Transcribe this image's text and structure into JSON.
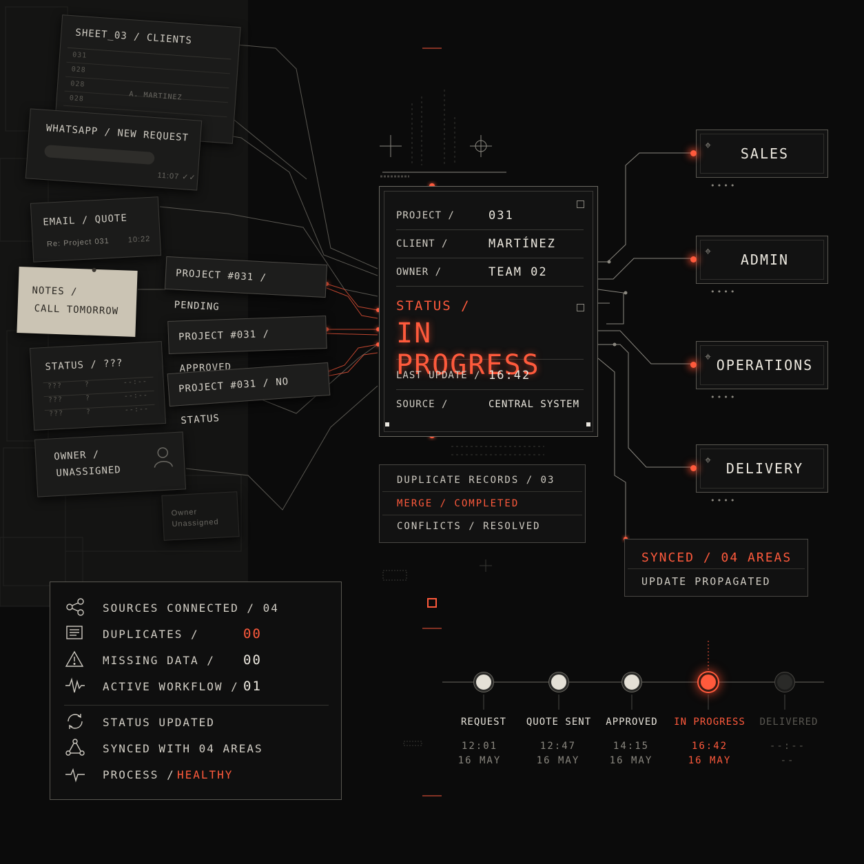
{
  "colors": {
    "accent": "#ff5a3c",
    "background": "#0b0b0b",
    "panel": "#121212",
    "text": "#d9d6cf"
  },
  "sources": {
    "sheet": {
      "title": "SHEET_03 / CLIENTS",
      "rows": [
        "031",
        "028",
        "028",
        "028"
      ],
      "cell": "A. MARTINEZ"
    },
    "whatsapp": {
      "title": "WHATSAPP / NEW REQUEST",
      "time": "11:07 ✓✓"
    },
    "email": {
      "title": "EMAIL / QUOTE",
      "subject": "Re: Project 031",
      "time": "10:22"
    },
    "notes": {
      "line1": "NOTES /",
      "line2": "CALL TOMORROW"
    },
    "status": {
      "title": "STATUS / ???",
      "cells": [
        "???",
        "?",
        "--:--",
        "???",
        "?",
        "--:--",
        "???",
        "?",
        "--:--"
      ]
    },
    "owner": {
      "line1": "OWNER /",
      "line2": "UNASSIGNED",
      "faint1": "Owner",
      "faint2": "Unassigned"
    }
  },
  "tags": [
    {
      "label": "PROJECT #031 / PENDING"
    },
    {
      "label": "PROJECT #031 / APPROVED"
    },
    {
      "label": "PROJECT #031 / NO STATUS"
    }
  ],
  "central": {
    "project_label": "PROJECT /",
    "project_value": "031",
    "client_label": "CLIENT /",
    "client_value": "MARTÍNEZ",
    "owner_label": "OWNER /",
    "owner_value": "TEAM 02",
    "status_label": "STATUS /",
    "status_value": "IN PROGRESS",
    "update_label": "LAST UPDATE /",
    "update_value": "16:42",
    "source_label": "SOURCE /",
    "source_value": "CENTRAL SYSTEM"
  },
  "duplicates_panel": {
    "line1": "DUPLICATE RECORDS / 03",
    "line2": "MERGE / COMPLETED",
    "line3": "CONFLICTS / RESOLVED"
  },
  "departments": [
    {
      "name": "SALES",
      "icon": "crosshair-icon"
    },
    {
      "name": "ADMIN",
      "icon": "crosshair-icon"
    },
    {
      "name": "OPERATIONS",
      "icon": "crosshair-icon"
    },
    {
      "name": "DELIVERY",
      "icon": "crosshair-icon"
    }
  ],
  "dept_dots": "••••",
  "synced": {
    "line1": "SYNCED / 04 AREAS",
    "line2": "UPDATE PROPAGATED"
  },
  "summary": {
    "sources_label": "SOURCES CONNECTED / 04",
    "duplicates_label": "DUPLICATES /",
    "duplicates_value": "00",
    "missing_label": "MISSING DATA /",
    "missing_value": "00",
    "workflow_label": "ACTIVE WORKFLOW /",
    "workflow_value": "01",
    "status_updated": "STATUS UPDATED",
    "synced_with": "SYNCED WITH 04 AREAS",
    "process_label": "PROCESS /",
    "process_value": "HEALTHY"
  },
  "timeline": [
    {
      "label": "REQUEST",
      "time": "12:01",
      "date": "16 MAY",
      "state": "done"
    },
    {
      "label": "QUOTE SENT",
      "time": "12:47",
      "date": "16 MAY",
      "state": "done"
    },
    {
      "label": "APPROVED",
      "time": "14:15",
      "date": "16 MAY",
      "state": "done"
    },
    {
      "label": "IN PROGRESS",
      "time": "16:42",
      "date": "16 MAY",
      "state": "active"
    },
    {
      "label": "DELIVERED",
      "time": "--:--",
      "date": "--",
      "state": "pending"
    }
  ]
}
